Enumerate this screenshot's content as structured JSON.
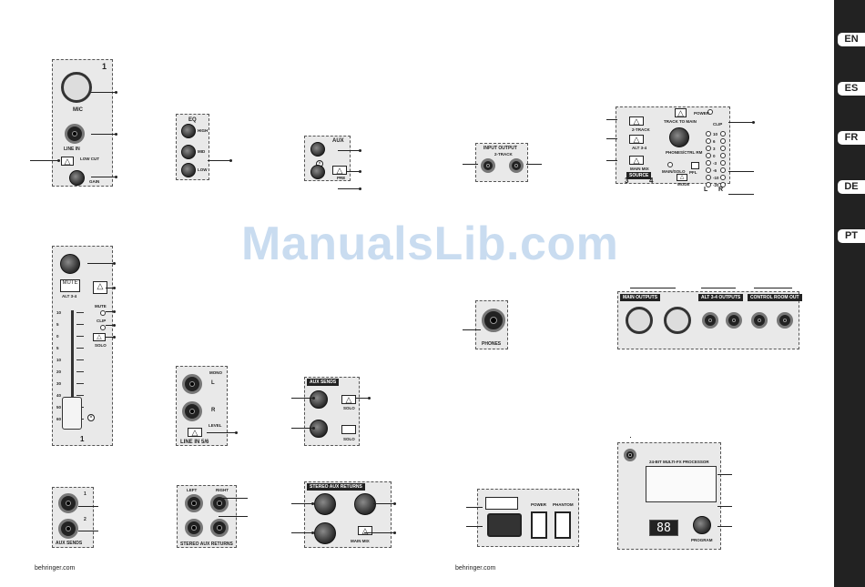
{
  "language_tabs": [
    "EN",
    "ES",
    "FR",
    "DE",
    "PT"
  ],
  "watermark": "ManualsLib.com",
  "footer_left": "behringer.com",
  "footer_right": "behringer.com",
  "mic_channel": {
    "channel_number": "1",
    "mic_label": "MIC",
    "line_in_label": "LINE IN",
    "low_cut_label": "LOW CUT",
    "gain_label": "GAIN"
  },
  "eq": {
    "title": "EQ",
    "high": "HIGH",
    "mid": "MID",
    "low": "LOW"
  },
  "aux": {
    "title": "AUX",
    "pre": "PRE"
  },
  "input_output": {
    "title": "INPUT  OUTPUT",
    "subtitle": "2-TRACK"
  },
  "source": {
    "track_to_main": "TRACK TO MAIN",
    "two_track": "2-TRACK",
    "alt": "ALT 3-4",
    "main_mix": "MAIN MIX",
    "source_label": "SOURCE",
    "phones": "PHONES/CTRL RM",
    "main_solo": "MAIN/SOLO",
    "pfl": "PFL",
    "mode": "MODE",
    "power": "POWER",
    "clip": "CLIP",
    "ch3": "3",
    "ch4": "4",
    "left": "L",
    "right": "R",
    "meter_levels": [
      "10",
      "6",
      "3",
      "0",
      "-3",
      "-6",
      "-10",
      "-20"
    ]
  },
  "fader": {
    "mute": "MUTE",
    "alt": "ALT 3-4",
    "mute_led": "MUTE",
    "clip_led": "CLIP",
    "solo": "SOLO",
    "channel_number": "1",
    "scale": [
      "10",
      "5",
      "0",
      "5",
      "10",
      "20",
      "30",
      "40",
      "50",
      "60"
    ]
  },
  "line_in": {
    "mono": "MONO",
    "left": "L",
    "right": "R",
    "level": "LEVEL",
    "title": "LINE IN 5/6"
  },
  "aux_sends_panel": {
    "title": "AUX SENDS",
    "solo": "SOLO"
  },
  "phones": {
    "label": "PHONES"
  },
  "main_outputs": {
    "main": "MAIN OUTPUTS",
    "alt": "ALT 3-4 OUTPUTS",
    "control": "CONTROL ROOM OUT"
  },
  "aux_sends_jacks": {
    "title": "AUX SENDS",
    "n1": "1",
    "n2": "2"
  },
  "stereo_aux_returns_jacks": {
    "left": "LEFT",
    "right": "RIGHT",
    "title": "STEREO AUX RETURNS"
  },
  "stereo_aux_returns": {
    "title": "STEREO AUX RETURNS",
    "main_mix": "MAIN MIX"
  },
  "power_panel": {
    "power": "POWER",
    "phantom": "PHANTOM"
  },
  "fx_panel": {
    "title": "24-BIT MULTI-FX PROCESSOR",
    "display": "88",
    "program": "PROGRAM"
  }
}
